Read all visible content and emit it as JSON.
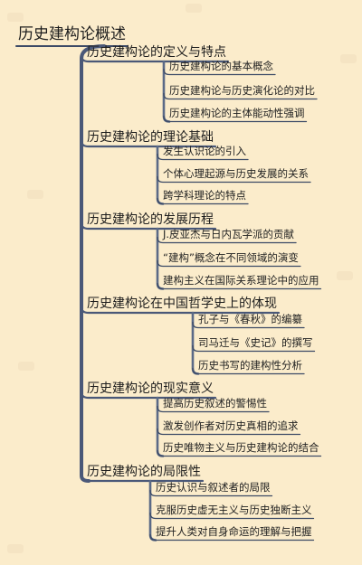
{
  "mindmap": {
    "title": "历史建构论概述",
    "sections": [
      {
        "label": "历史建构论的定义与特点",
        "items": [
          "历史建构论的基本概念",
          "历史建构论与历史演化论的对比",
          "历史建构论的主体能动性强调"
        ]
      },
      {
        "label": "历史建构论的理论基础",
        "items": [
          "发生认识论的引入",
          "个体心理起源与历史发展的关系",
          "跨学科理论的特点"
        ]
      },
      {
        "label": "历史建构论的发展历程",
        "items": [
          "J.皮亚杰与日内瓦学派的贡献",
          "“建构”概念在不同领域的演变",
          "建构主义在国际关系理论中的应用"
        ]
      },
      {
        "label": "历史建构论在中国哲学史上的体现",
        "items": [
          "孔子与《春秋》的编纂",
          "司马迁与《史记》的撰写",
          "历史书写的建构性分析"
        ]
      },
      {
        "label": "历史建构论的现实意义",
        "items": [
          "提高历史叙述的警惕性",
          "激发创作者对历史真相的追求",
          "历史唯物主义与历史建构论的结合"
        ]
      },
      {
        "label": "历史建构论的局限性",
        "items": [
          "历史认识与叙述者的局限",
          "克服历史虚无主义与历史独断主义",
          "提升人类对自身命运的理解与把握"
        ]
      }
    ],
    "colors": {
      "trunk": "#4a5878",
      "branch": "#5b6a87",
      "underline": "#3c4a66",
      "background": "#fbeccb"
    }
  }
}
